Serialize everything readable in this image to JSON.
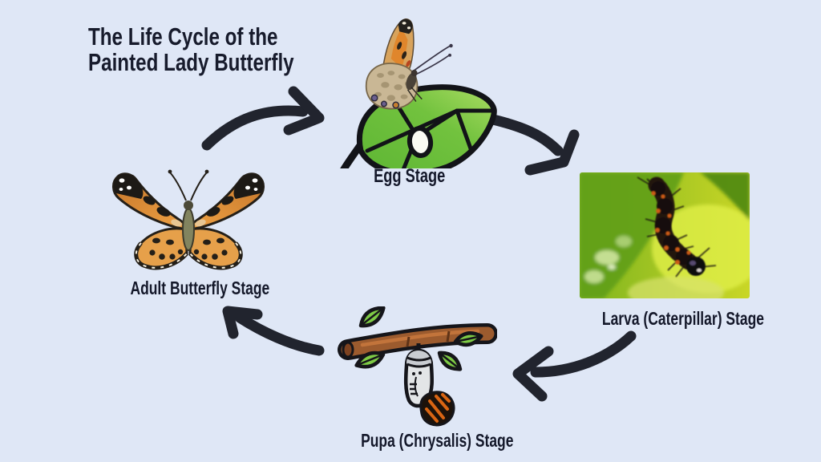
{
  "page": {
    "background_color": "#dfe7f6",
    "text_color": "#171b2c"
  },
  "title": {
    "line1": "The Life Cycle of the",
    "line2": "Painted Lady Butterfly"
  },
  "stages": {
    "egg": {
      "label": "Egg Stage",
      "illustration": "butterfly-on-leaf-with-egg"
    },
    "larva": {
      "label": "Larva (Caterpillar) Stage",
      "illustration": "caterpillar-on-leaf-photo"
    },
    "pupa": {
      "label": "Pupa (Chrysalis) Stage",
      "illustration": "chrysalis-hanging-from-branch"
    },
    "adult": {
      "label": "Adult Butterfly Stage",
      "illustration": "painted-lady-open-wings-photo"
    }
  },
  "arrows": [
    {
      "from": "adult",
      "to": "egg"
    },
    {
      "from": "egg",
      "to": "larva"
    },
    {
      "from": "larva",
      "to": "pupa"
    },
    {
      "from": "pupa",
      "to": "adult"
    }
  ],
  "colors": {
    "arrow": "#21242e",
    "leaf_green": "#6fbf3c",
    "leaf_green_light": "#a9dc62",
    "branch_brown": "#9c5b2e",
    "chrysalis_gray": "#e3e5e7",
    "photo_green": "#b5cc21",
    "butterfly_orange": "#e28c33"
  }
}
